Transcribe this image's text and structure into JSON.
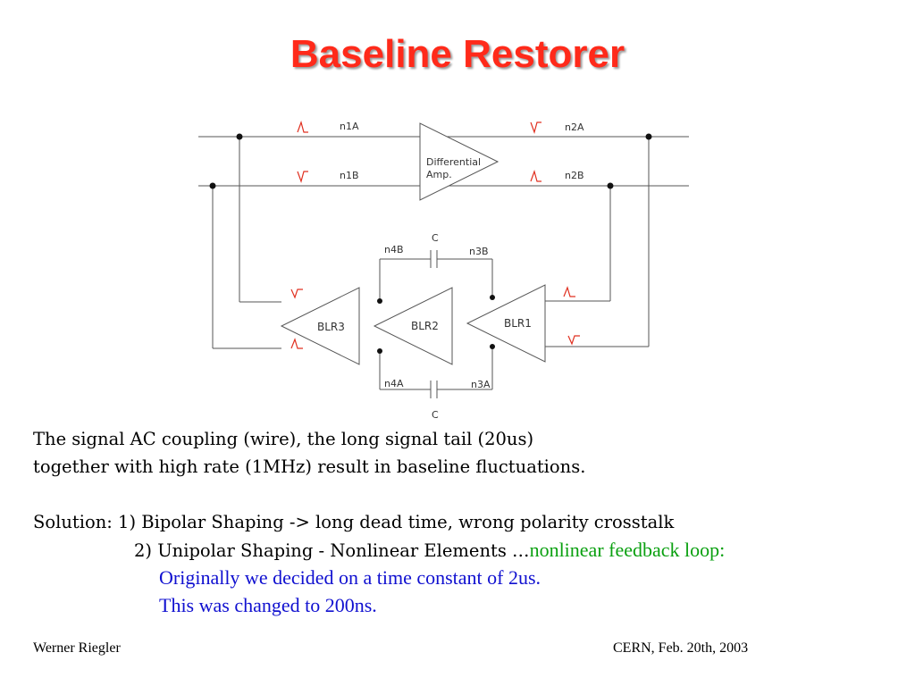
{
  "slide": {
    "title": "Baseline Restorer",
    "diagram": {
      "nodes": {
        "n1A": "n1A",
        "n1B": "n1B",
        "n2A": "n2A",
        "n2B": "n2B",
        "n3A": "n3A",
        "n3B": "n3B",
        "n4A": "n4A",
        "n4B": "n4B"
      },
      "amp_label_line1": "Differential",
      "amp_label_line2": "Amp.",
      "blr1": "BLR1",
      "blr2": "BLR2",
      "blr3": "BLR3",
      "cap_top": "C",
      "cap_bottom": "C",
      "pulse_color": "#e03020"
    },
    "body": {
      "line1": "The signal AC coupling (wire), the long signal tail (20us)",
      "line2": "together with high rate (1MHz) result in baseline fluctuations.",
      "solution1": "Solution: 1) Bipolar Shaping -> long dead time, wrong polarity crosstalk",
      "solution2_black": "2) Unipolar Shaping - Nonlinear Elements …",
      "solution2_green": "nonlinear feedback loop:",
      "blue1": "Originally we decided on a time constant of 2us.",
      "blue2": "This was changed to 200ns."
    },
    "footer": {
      "left": "Werner Riegler",
      "right": "CERN, Feb. 20th, 2003"
    },
    "colors": {
      "title": "#ff2a1a",
      "green": "#0aa010",
      "blue": "#1010d0"
    }
  }
}
